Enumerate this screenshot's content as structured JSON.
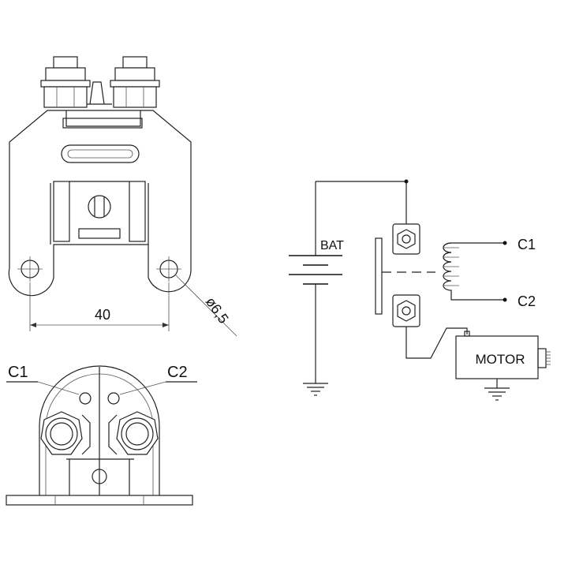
{
  "labels": {
    "dimension_width": "40",
    "dimension_hole": "ø6,5",
    "c1_front": "C1",
    "c2_front": "C2",
    "bat": "BAT",
    "c1_schematic": "C1",
    "c2_schematic": "C2",
    "motor": "MOTOR"
  }
}
